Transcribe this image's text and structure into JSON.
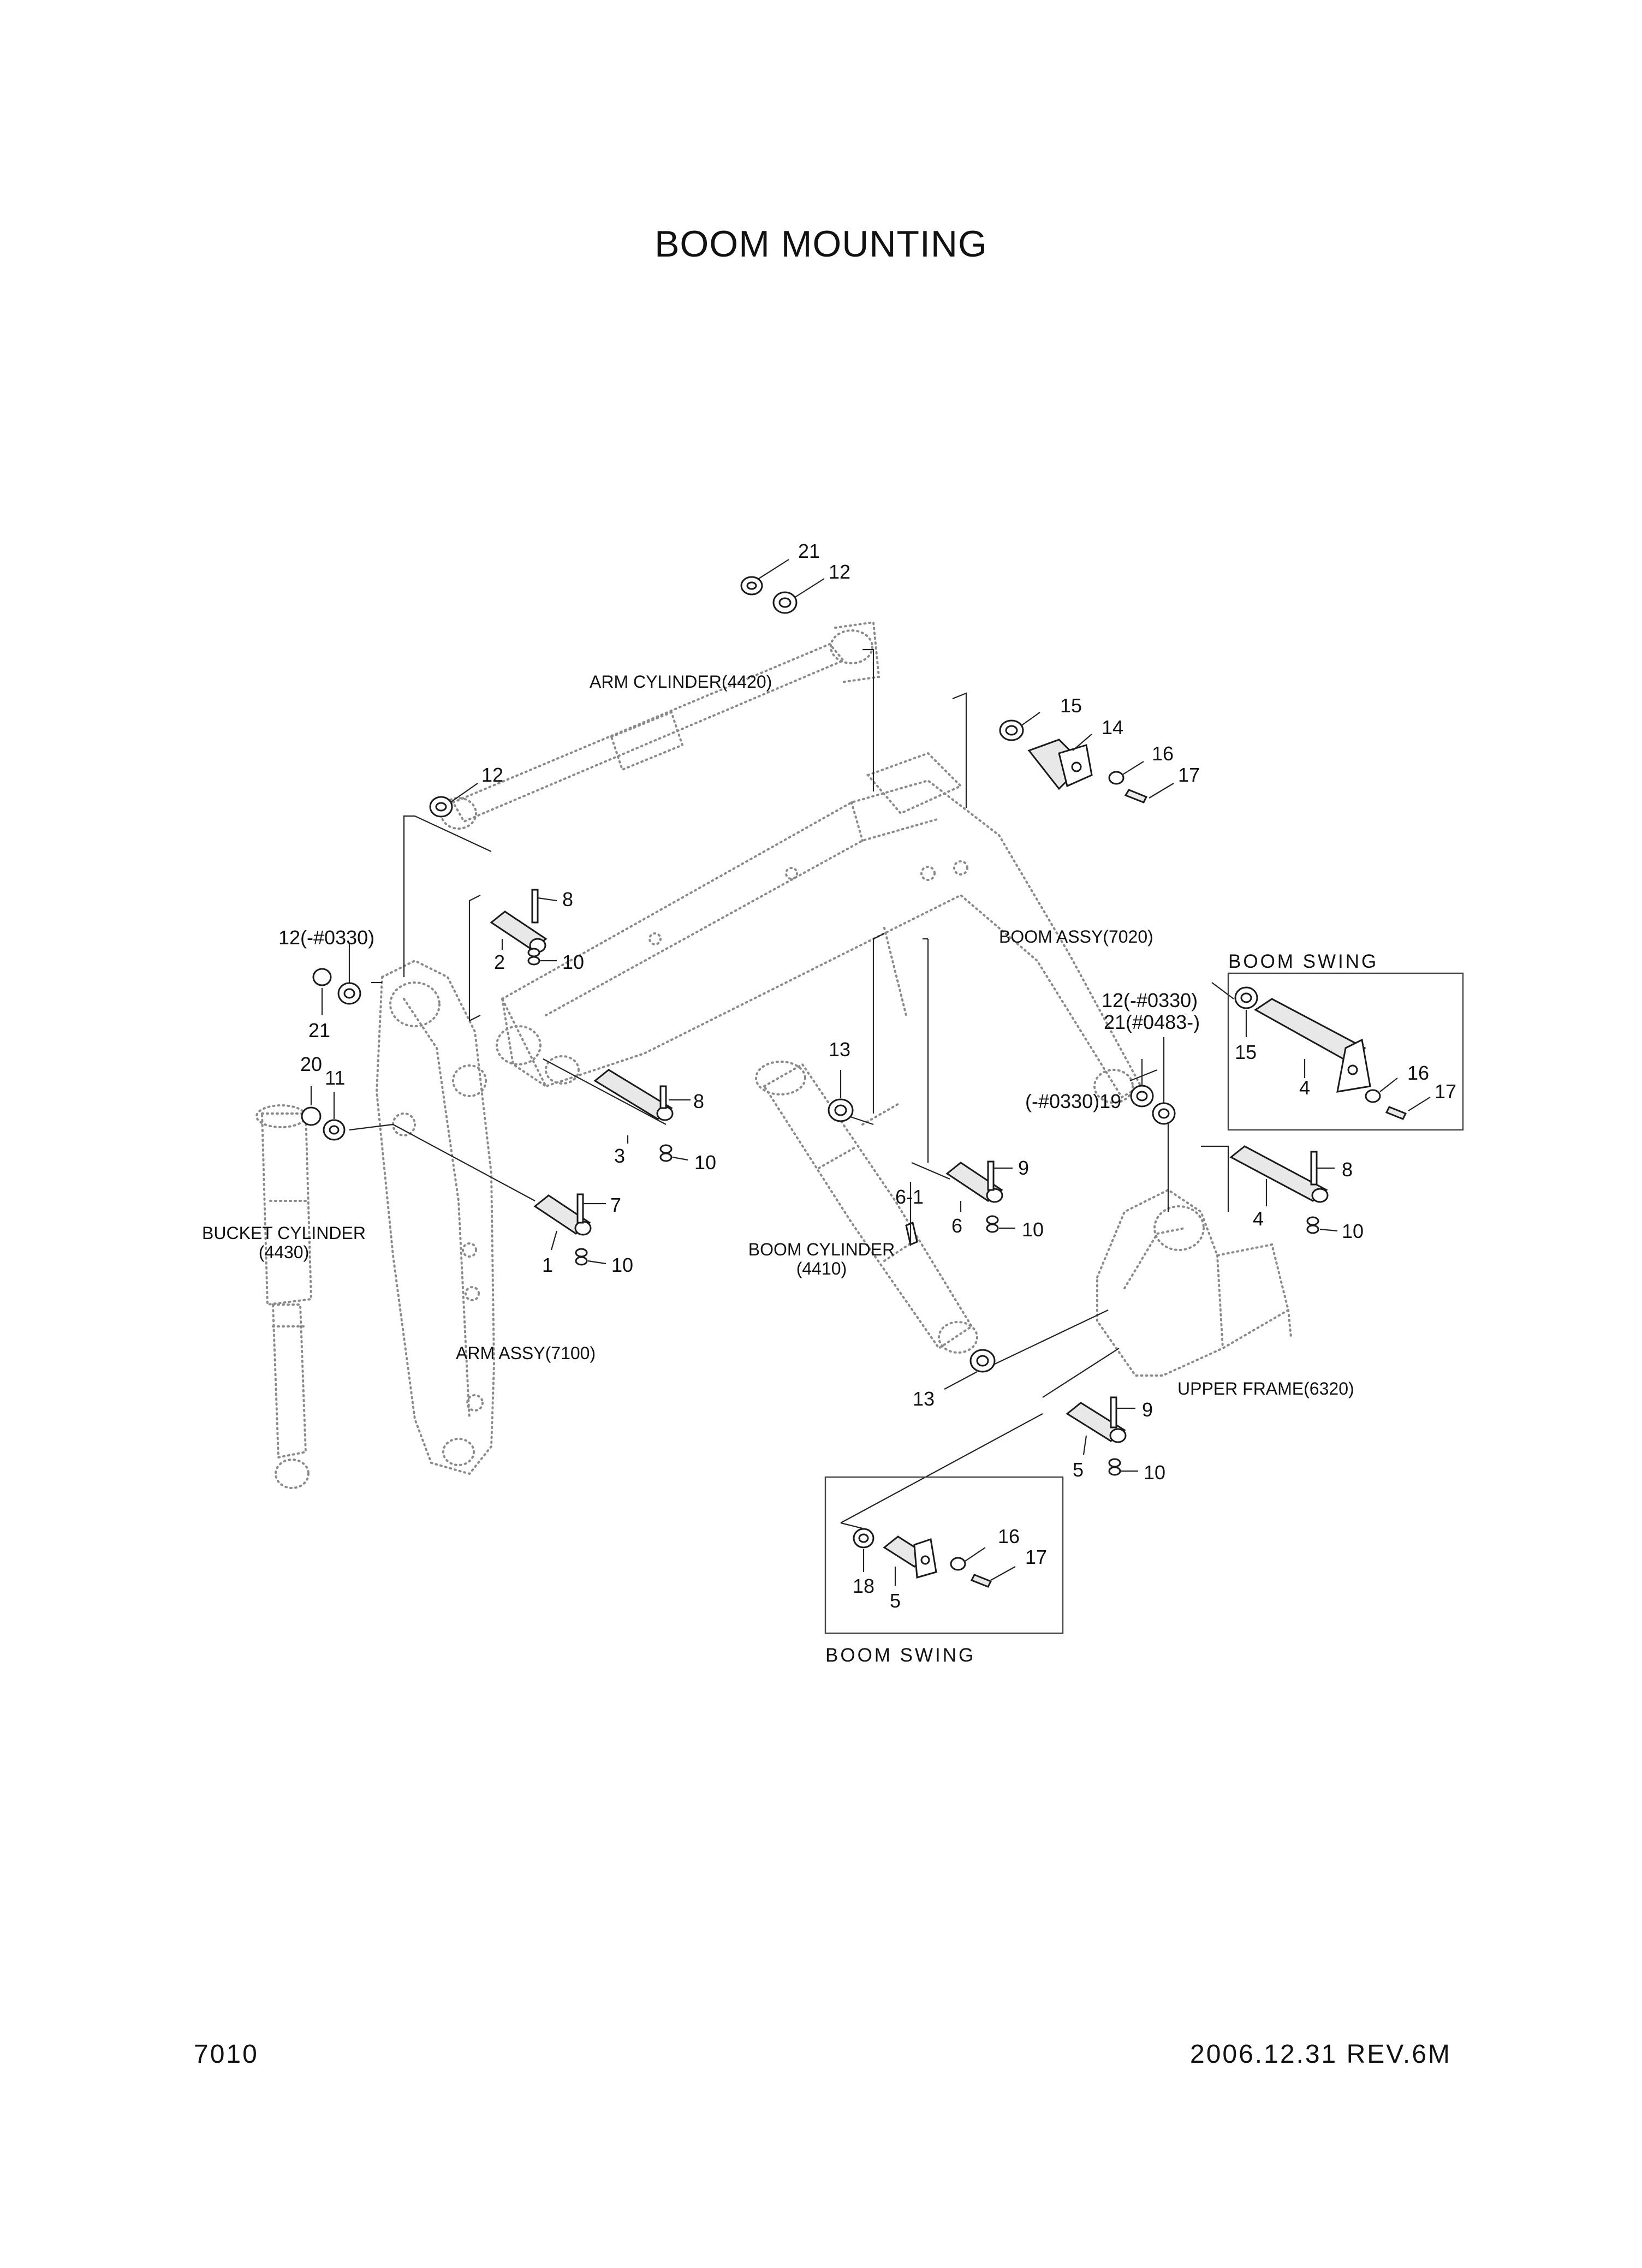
{
  "header": {
    "title": "BOOM MOUNTING"
  },
  "footer": {
    "page_code": "7010",
    "revision": "2006.12.31   REV.6M"
  },
  "assemblies": {
    "arm_cylinder": "ARM CYLINDER(4420)",
    "boom_assy": "BOOM ASSY(7020)",
    "bucket_cylinder_line1": "BUCKET CYLINDER",
    "bucket_cylinder_line2": "(4430)",
    "boom_cylinder_line1": "BOOM CYLINDER",
    "boom_cylinder_line2": "(4410)",
    "arm_assy": "ARM ASSY(7100)",
    "upper_frame": "UPPER FRAME(6320)"
  },
  "detail_boxes": {
    "boom_swing_top": "BOOM SWING",
    "boom_swing_bottom": "BOOM SWING"
  },
  "callouts": {
    "c21_top": "21",
    "c12_top": "12",
    "c15_top": "15",
    "c14_top": "14",
    "c16_top": "16",
    "c17_top": "17",
    "c12_arm": "12",
    "c8_pin2": "8",
    "c2": "2",
    "c10_pin2": "10",
    "c12_serial_left": "12(-#0330)",
    "c21_left": "21",
    "c20": "20",
    "c11": "11",
    "c8_pin3": "8",
    "c3": "3",
    "c10_pin3": "10",
    "c7": "7",
    "c1": "1",
    "c10_pin1": "10",
    "c13_upper": "13",
    "c6_1": "6-1",
    "c9_pin6": "9",
    "c6": "6",
    "c10_pin6": "10",
    "c12_serial_right": "12(-#0330)",
    "c21_serial_right": "21(#0483-)",
    "c19_serial": "(-#0330)19",
    "c15_swing": "15",
    "c4_swing": "4",
    "c16_swing": "16",
    "c17_swing": "17",
    "c8_pin4": "8",
    "c4": "4",
    "c10_pin4": "10",
    "c13_lower": "13",
    "c9_pin5": "9",
    "c5": "5",
    "c10_pin5": "10",
    "c18": "18",
    "c5_swing": "5",
    "c16_swing_bottom": "16",
    "c17_swing_bottom": "17"
  }
}
